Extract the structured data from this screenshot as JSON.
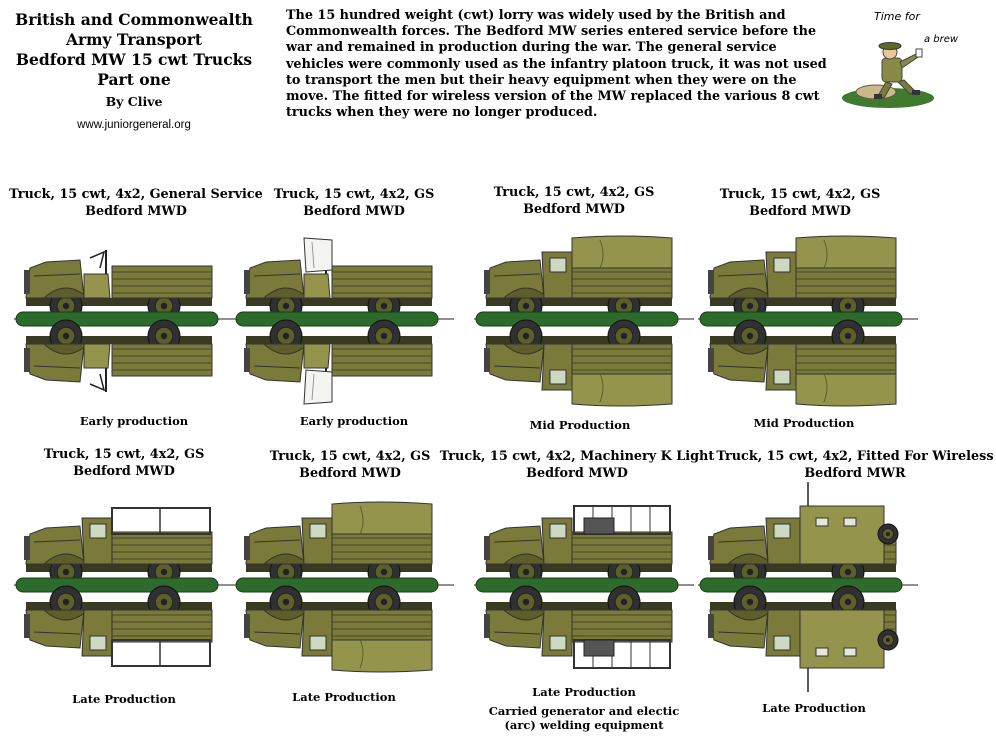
{
  "header": {
    "title_lines": [
      "British and Commonwealth",
      "Army Transport",
      "Bedford MW 15 cwt Trucks",
      "Part one"
    ],
    "author": "By Clive",
    "website": "www.juniorgeneral.org",
    "description": "The 15 hundred weight (cwt) lorry was widely used by the British and Commonwealth forces. The Bedford MW series entered service before the war and remained in production during the war. The general service vehicles were commonly used as the infantry platoon truck, it was not used to transport the men but their heavy equipment when they were on the move. The fitted for wireless version of the MW replaced the various 8 cwt trucks when they were no longer produced.",
    "cartoon_text": [
      "Time for",
      "a brew"
    ]
  },
  "colors": {
    "olive": "#7a7a3a",
    "olive_dark": "#5e5e2c",
    "olive_light": "#94944c",
    "stand_green": "#2c6b2c",
    "tyre": "#303030"
  },
  "trucks": [
    {
      "title": [
        "Truck, 15 cwt, 4x2, General Service",
        "Bedford MWD"
      ],
      "caption": [
        "Early production"
      ],
      "variant": "open"
    },
    {
      "title": [
        "Truck, 15 cwt, 4x2, GS",
        "Bedford MWD"
      ],
      "caption": [
        "Early production"
      ],
      "variant": "screen"
    },
    {
      "title": [
        "Truck, 15 cwt, 4x2, GS",
        "Bedford MWD"
      ],
      "caption": [
        "Mid Production"
      ],
      "variant": "canvas"
    },
    {
      "title": [
        "Truck, 15 cwt, 4x2, GS",
        "Bedford MWD"
      ],
      "caption": [
        "Mid Production"
      ],
      "variant": "cab"
    },
    {
      "title": [
        "Truck, 15 cwt, 4x2, GS",
        "Bedford MWD"
      ],
      "caption": [
        "Late Production"
      ],
      "variant": "frame"
    },
    {
      "title": [
        "Truck, 15 cwt, 4x2, GS",
        "Bedford MWD"
      ],
      "caption": [
        "Late Production"
      ],
      "variant": "late-canvas"
    },
    {
      "title": [
        "Truck, 15 cwt, 4x2, Machinery K Light",
        "Bedford MWD"
      ],
      "caption": [
        "Late Production",
        "Carried generator and electic",
        "(arc) welding equipment"
      ],
      "variant": "machinery"
    },
    {
      "title": [
        "Truck, 15 cwt, 4x2, Fitted For Wireless",
        "Bedford MWR"
      ],
      "caption": [
        "Late Production"
      ],
      "variant": "wireless"
    }
  ]
}
